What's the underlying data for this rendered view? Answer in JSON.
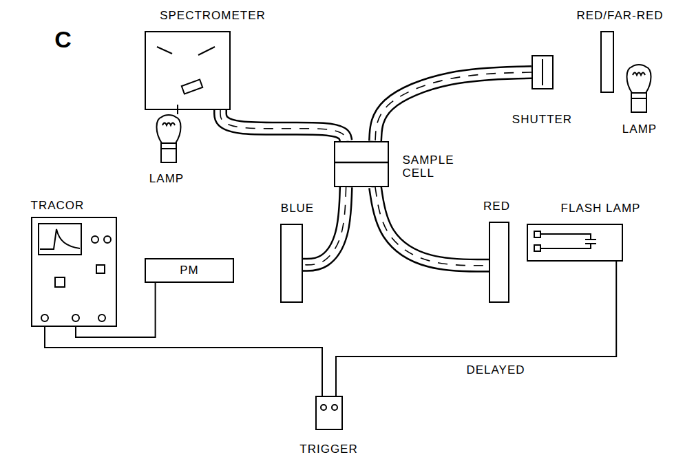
{
  "diagram": {
    "nodes": [
      {
        "text": [
          "SPECTROMETER"
        ]
      },
      {
        "text": [
          "RED/FAR-RED"
        ]
      },
      {
        "text": [
          "SHUTTER"
        ]
      },
      {
        "text": [
          "SAMPLE CELL"
        ]
      },
      {
        "text": [
          "TRACOR"
        ]
      },
      {
        "text": [
          "PM"
        ]
      },
      {
        "text": [
          "BLUE"
        ]
      },
      {
        "text": [
          "RED"
        ]
      },
      {
        "text": [
          "FLASH LAMP"
        ]
      },
      {
        "text": [
          "TRIGGER"
        ]
      }
    ],
    "edges": [
      {
        "from": 0,
        "to": 3,
        "arrow": "none"
      },
      {
        "from": 2,
        "to": 3,
        "arrow": "none"
      },
      {
        "from": 3,
        "to": 6,
        "arrow": "none"
      },
      {
        "from": 3,
        "to": 7,
        "arrow": "none"
      },
      {
        "from": 5,
        "to": 4,
        "arrow": "none"
      },
      {
        "from": 9,
        "to": 4,
        "arrow": "none"
      },
      {
        "from": 9,
        "to": 8,
        "label": "DELAYED",
        "arrow": "none"
      }
    ],
    "labels": [
      "C",
      "LAMP",
      "LAMP"
    ]
  }
}
